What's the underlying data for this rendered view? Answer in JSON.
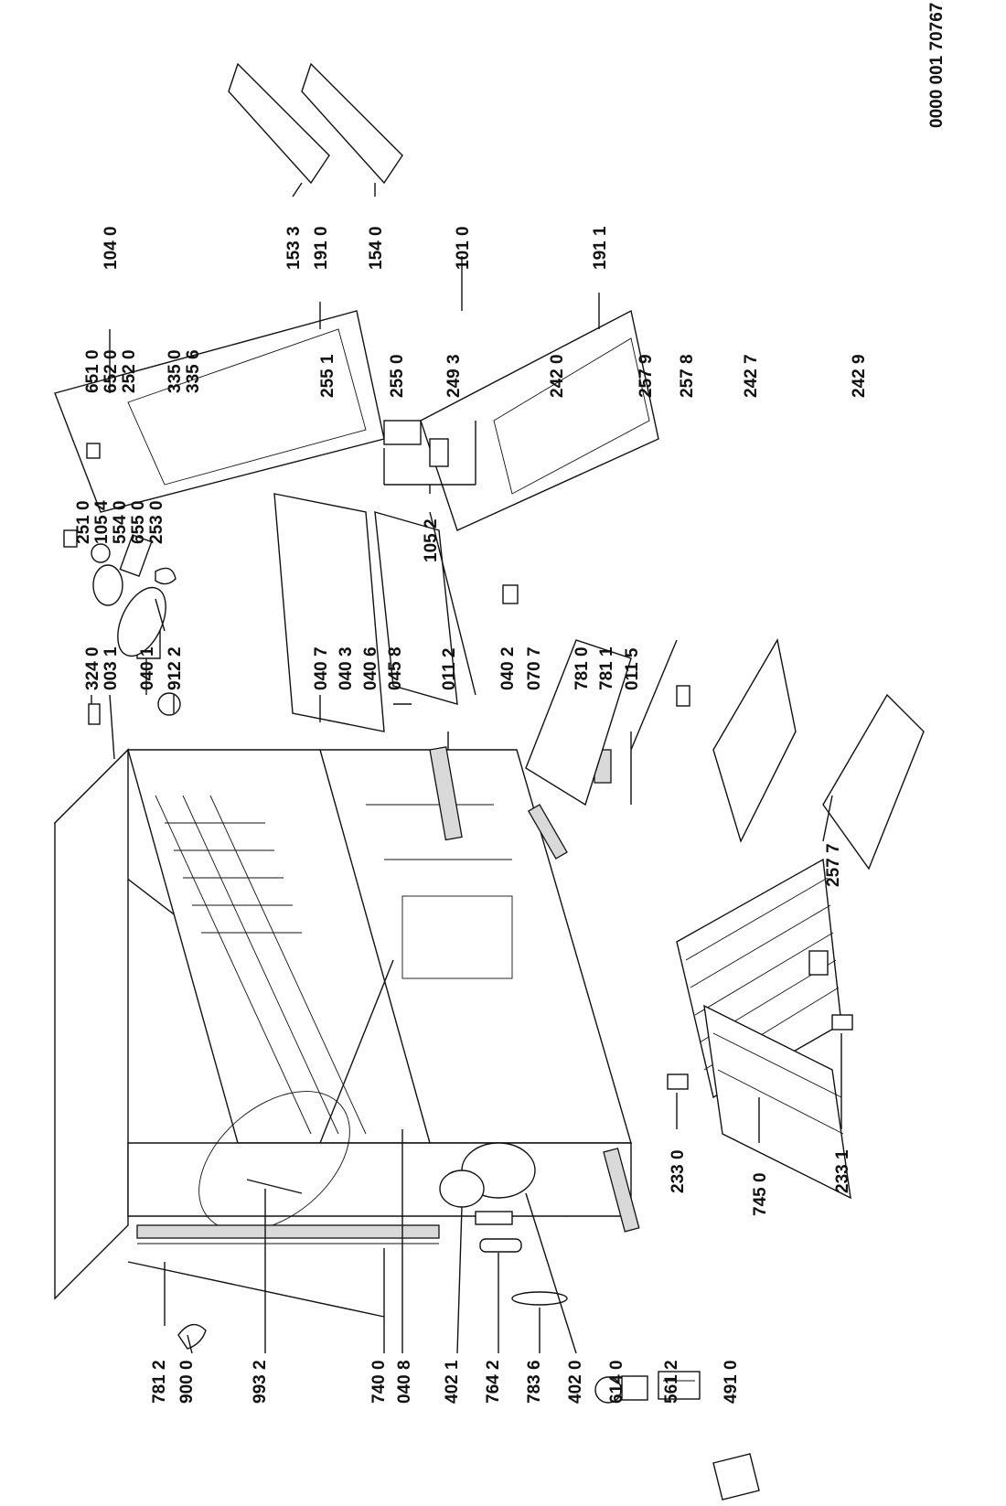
{
  "drawing": {
    "number": "0000 001 70767",
    "labels": [
      "781 2",
      "900 0",
      "993 2",
      "740 0",
      "040 8",
      "402 1",
      "764 2",
      "783 6",
      "402 0",
      "614 0",
      "561 2",
      "491 0",
      "233 0",
      "745 0",
      "233 1",
      "324 0",
      "003 1",
      "040 1",
      "912 2",
      "040 7",
      "040 3",
      "040 6",
      "045 8",
      "011 2",
      "040 2",
      "070 7",
      "781 0",
      "781 1",
      "011 5",
      "651 0",
      "652 0",
      "252 0",
      "335 0",
      "335 6",
      "251 0",
      "105 4",
      "554 0",
      "655 0",
      "253 0",
      "255 1",
      "255 0",
      "249 3",
      "242 0",
      "257 9",
      "257 8",
      "242 7",
      "242 9",
      "257 7",
      "104 0",
      "191 0",
      "153 3",
      "154 0",
      "101 0",
      "191 1",
      "105 2"
    ]
  }
}
